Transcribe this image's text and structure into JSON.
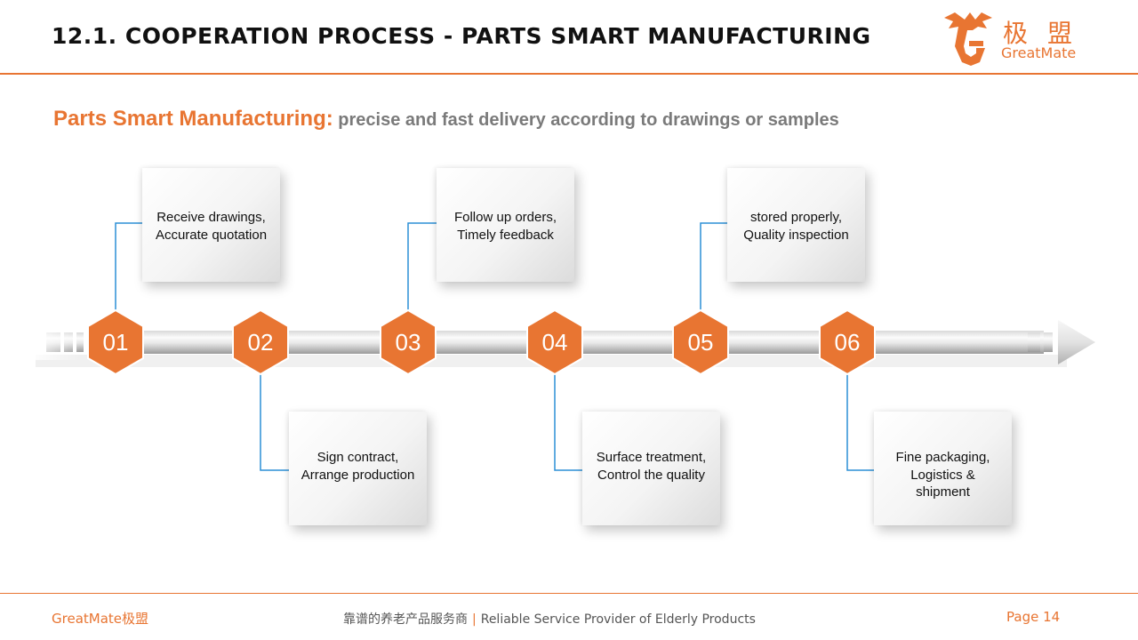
{
  "header": {
    "title": "12.1. COOPERATION PROCESS - PARTS SMART MANUFACTURING",
    "logo_cn": "极盟",
    "logo_en": "GreatMate"
  },
  "subtitle": {
    "strong": "Parts Smart Manufacturing:",
    "rest": " precise and fast delivery according to drawings or samples"
  },
  "steps": [
    {
      "number": "01",
      "text": "Receive drawings,\nAccurate quotation"
    },
    {
      "number": "02",
      "text": "Sign contract,\nArrange production"
    },
    {
      "number": "03",
      "text": "Follow up orders,\nTimely feedback"
    },
    {
      "number": "04",
      "text": "Surface treatment,\nControl the quality"
    },
    {
      "number": "05",
      "text": "stored properly,\nQuality inspection"
    },
    {
      "number": "06",
      "text": "Fine packaging,\nLogistics &\nshipment"
    }
  ],
  "footer": {
    "brand": "GreatMate极盟",
    "tagline_cn": "靠谱的养老产品服务商",
    "separator": "|",
    "tagline_en": "Reliable Service Provider of Elderly Products",
    "page": "Page  14"
  },
  "colors": {
    "accent": "#e87532",
    "connector": "#2b8fd6",
    "text": "#111111",
    "muted": "#7a7a7a"
  }
}
